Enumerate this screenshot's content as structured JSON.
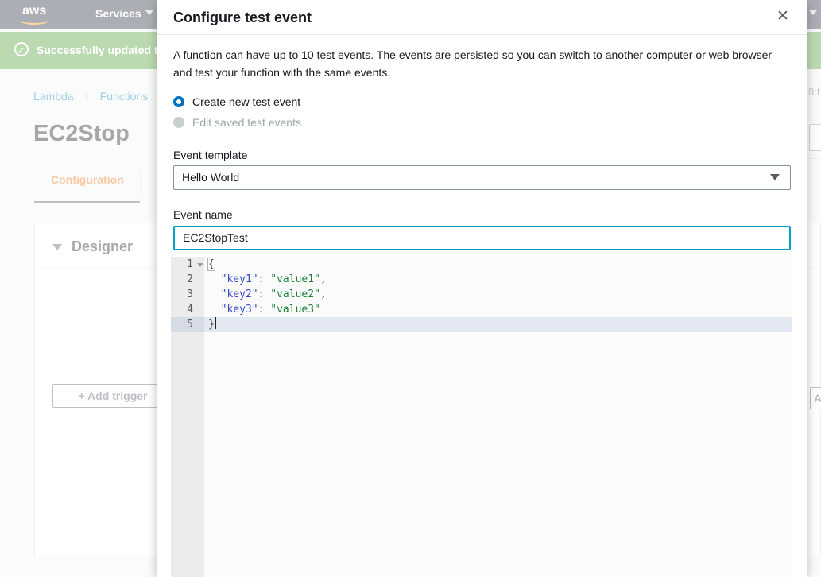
{
  "backdrop": {
    "nav": {
      "logo_text": "aws",
      "services_label": "Services"
    },
    "banner": {
      "check_glyph": "✓",
      "message": "Successfully updated th"
    },
    "breadcrumb": {
      "item1": "Lambda",
      "separator": "›",
      "item2": "Functions"
    },
    "arn_fragment": "8:f",
    "function_title": "EC2Stop",
    "tabs": {
      "configuration_label": "Configuration"
    },
    "designer": {
      "title": "Designer",
      "add_trigger_label": "+ Add trigger",
      "add_destination_fragment": "Ad"
    }
  },
  "modal": {
    "title": "Configure test event",
    "close_glyph": "✕",
    "description": "A function can have up to 10 test events. The events are persisted so you can switch to another computer or web browser and test your function with the same events.",
    "radio_create": {
      "label": "Create new test event",
      "state": "selected"
    },
    "radio_edit": {
      "label": "Edit saved test events",
      "state": "disabled"
    },
    "event_template": {
      "label": "Event template",
      "value": "Hello World"
    },
    "event_name": {
      "label": "Event name",
      "value": "EC2StopTest"
    },
    "editor": {
      "line1": {
        "num": "1",
        "text": "{"
      },
      "line2": {
        "num": "2",
        "indent": "  ",
        "key": "\"key1\"",
        "colon": ": ",
        "value": "\"value1\"",
        "comma": ","
      },
      "line3": {
        "num": "3",
        "indent": "  ",
        "key": "\"key2\"",
        "colon": ": ",
        "value": "\"value2\"",
        "comma": ","
      },
      "line4": {
        "num": "4",
        "indent": "  ",
        "key": "\"key3\"",
        "colon": ": ",
        "value": "\"value3\"",
        "comma": ""
      },
      "line5": {
        "num": "5",
        "text": "}"
      }
    }
  },
  "colors": {
    "nav_dark": "#232f3e",
    "banner_green": "#4f9e34",
    "link_blue": "#007dbc",
    "tab_active_orange": "#ec7211",
    "focus_accent": "#00a1c9",
    "radio_selected_blue": "#0073bb",
    "json_key": "#3347cb",
    "json_value": "#1a8038"
  }
}
